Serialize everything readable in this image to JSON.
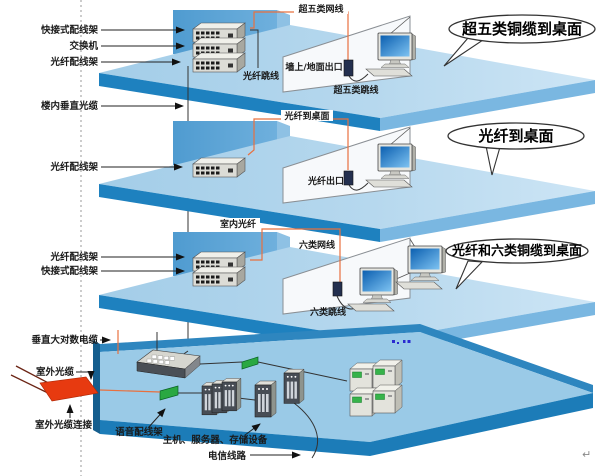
{
  "diagram": {
    "floors": [
      {
        "callout": "超五类铜缆到桌面",
        "left_labels": [
          "快接式配线架",
          "交换机",
          "光纤配线架"
        ],
        "cable_label": "超五类网线",
        "outlet_label": "墙上/地面出口",
        "fiber_patch_label": "光纤跳线",
        "patch_label": "超五类跳线"
      },
      {
        "callout": "光纤到桌面",
        "left_labels": [
          "光纤配线架"
        ],
        "cable_label": "光纤到桌面",
        "outlet_label": "光纤出口"
      },
      {
        "callout": "光纤和六类铜缆到桌面",
        "left_labels": [
          "光纤配线架",
          "快接式配线架"
        ],
        "indoor_fiber_label": "室内光纤",
        "cable_label": "六类网线",
        "patch_label": "六类跳线"
      }
    ],
    "risers": {
      "building_fiber": "楼内垂直光缆",
      "copper_trunk": "垂直大对数电缆"
    },
    "basement": {
      "outdoor_fiber": "室外光缆",
      "outdoor_fiber_connect": "室外光缆连接",
      "voice_panel": "语音配线架",
      "servers": "主机、服务器、存储设备",
      "telecom_line": "电信线路"
    },
    "misc": {
      "return_mark": "↵"
    },
    "colors": {
      "floor_top_light": "#c9e2f4",
      "floor_top_dark": "#a3cde8",
      "floor_edge": "#1e81bf",
      "wall_blue": "#5ba4d6",
      "orange_cable": "#e8703f",
      "outdoor_patch_red": "#e73a10",
      "panel_green": "#2aa842",
      "screen_blue": "#1a6fc0"
    }
  }
}
